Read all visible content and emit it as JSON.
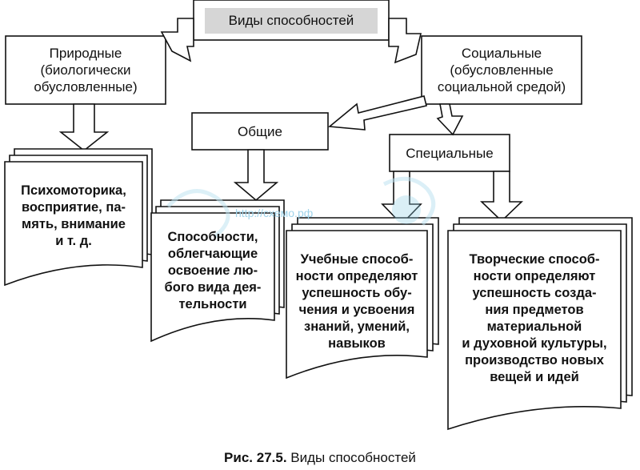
{
  "diagram": {
    "title": "Виды способностей",
    "natural": "Природные\n(биологически\nобусловленные)",
    "social": "Социальные\n(обусловленные\nсоциальной средой)",
    "general": "Общие",
    "special": "Специальные",
    "doc_psycho": "Психомоторика,\nвосприятие, па-\nмять, внимание\nи т. д.",
    "doc_general": "Способности,\nоблегчающие\nосвоение лю-\nбого вида дея-\nтельности",
    "doc_learning": "Учебные способ-\nности определяют\nуспешность обу-\nчения и усвоения\nзнаний, умений,\nнавыков",
    "doc_creative": "Творческие способ-\nности определяют\nуспешность созда-\nния предметов\nматериальной\nи духовной культуры,\nпроизводство новых\nвещей и идей"
  },
  "caption": {
    "label": "Рис. 27.5.",
    "text": "Виды способностей"
  },
  "watermark": {
    "text": "http://схемо.рф"
  }
}
